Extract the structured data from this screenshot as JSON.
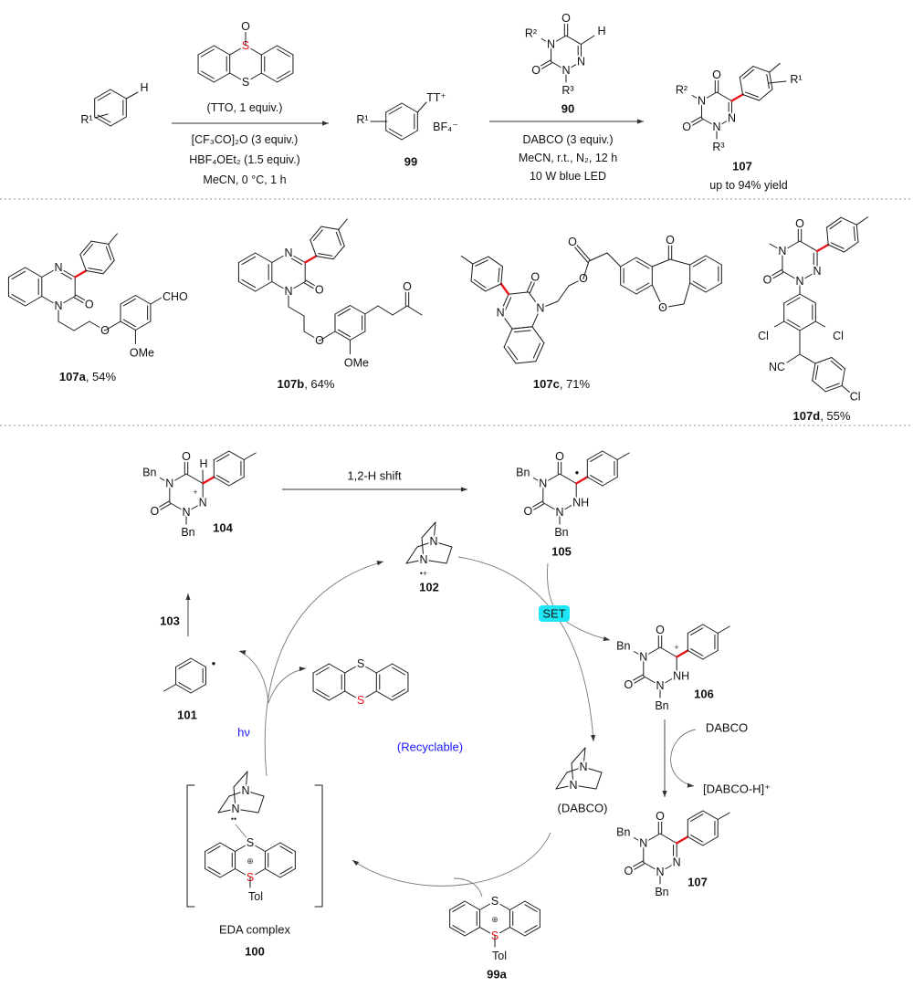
{
  "colors": {
    "new_bond": "#e8141a",
    "sulfur_highlight": "#e8141a",
    "annotation_text": "#1a1aff",
    "set_badge": "#1ee6f5"
  },
  "atoms": {
    "N": "N",
    "O": "O",
    "S": "S",
    "H": "H",
    "NH": "NH",
    "Bn": "Bn",
    "Cl": "Cl",
    "NC": "NC",
    "CHO": "CHO",
    "OMe": "OMe",
    "Tol": "Tol",
    "R1": "R¹",
    "R2": "R²",
    "R3": "R³",
    "TT": "TT⁺",
    "BF4": "BF₄⁻",
    "plus": "+",
    "oplus": "⊕",
    "radical": "•",
    "radical_cation": "•+",
    "lone_pair": "••"
  },
  "top": {
    "tto_label": "(TTO, 1 equiv.)",
    "step1_conditions": [
      "[CF₃CO]₂O (3 equiv.)",
      "HBF₄OEt₂ (1.5 equiv.)",
      "MeCN, 0 °C, 1 h"
    ],
    "intermediate_id": "99",
    "reagent_id": "90",
    "step2_conditions": [
      "DABCO (3 equiv.)",
      "MeCN, r.t., N₂, 12 h",
      "10 W blue LED"
    ],
    "product_id": "107",
    "product_note": "up to 94% yield"
  },
  "scope": [
    {
      "id": "107a",
      "yield": ", 54%"
    },
    {
      "id": "107b",
      "yield": ", 64%"
    },
    {
      "id": "107c",
      "yield": ", 71%"
    },
    {
      "id": "107d",
      "yield": ", 55%"
    }
  ],
  "mechanism": {
    "shift_label": "1,2-H shift",
    "ids": {
      "i104": "104",
      "i105": "105",
      "i102": "102",
      "i106": "106",
      "i107": "107",
      "i103": "103",
      "i101": "101",
      "i100": "100",
      "i99a": "99a"
    },
    "hv": "hν",
    "recyclable": "(Recyclable)",
    "dabco_named": "(DABCO)",
    "dabco": "DABCO",
    "dabco_h": "[DABCO-H]⁺",
    "set": "SET",
    "eda_label": "EDA complex"
  }
}
